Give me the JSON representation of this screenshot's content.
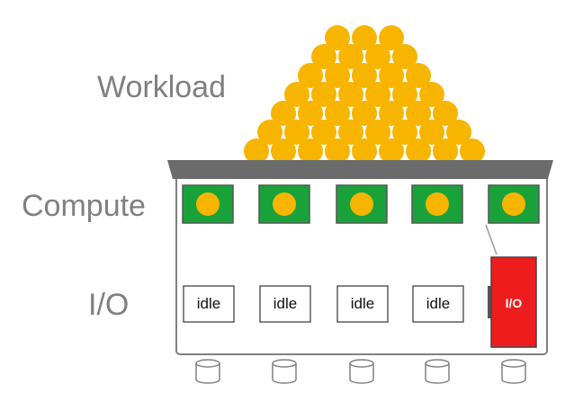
{
  "labels": {
    "workload": "Workload",
    "compute": "Compute",
    "io": "I/O"
  },
  "nodes": [
    {
      "compute_task": true,
      "io_state": "idle"
    },
    {
      "compute_task": true,
      "io_state": "idle"
    },
    {
      "compute_task": true,
      "io_state": "idle"
    },
    {
      "compute_task": true,
      "io_state": "idle"
    },
    {
      "compute_task": true,
      "io_state": "I/O"
    }
  ],
  "workload_rows": [
    3,
    4,
    5,
    6,
    7,
    8,
    9
  ],
  "colors": {
    "task_yellow": "#f7b500",
    "compute_green": "#1aa23a",
    "io_red": "#ee1c1c",
    "bar_gray": "#6b6b6b",
    "box_border": "#808080",
    "label_gray": "#808080",
    "disk": "#808080"
  },
  "icons": {
    "task": "circle-task-icon",
    "disk": "disk-cylinder-icon"
  }
}
